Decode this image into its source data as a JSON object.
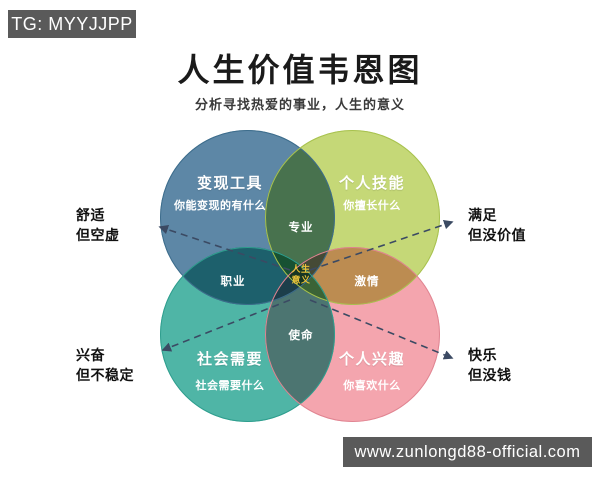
{
  "watermarks": {
    "top_left": "TG: MYYJJPP",
    "bottom_right": "www.zunlongd88-official.com"
  },
  "header": {
    "title": "人生价值韦恩图",
    "subtitle": "分析寻找热爱的事业，人生的意义"
  },
  "diagram": {
    "type": "venn-4-circle",
    "circles": [
      {
        "id": "top-left",
        "title": "变现工具",
        "question": "你能变现的有什么",
        "color": "#5d87a6"
      },
      {
        "id": "top-right",
        "title": "个人技能",
        "question": "你擅长什么",
        "color": "#c5d877"
      },
      {
        "id": "bottom-left",
        "title": "社会需要",
        "question": "社会需要什么",
        "color": "#4fb5a6"
      },
      {
        "id": "bottom-right",
        "title": "个人兴趣",
        "question": "你喜欢什么",
        "color": "#f4a5ae"
      }
    ],
    "intersections": {
      "top": "专业",
      "left": "职业",
      "right": "激情",
      "bottom": "使命",
      "center": "人生意义",
      "center_line1": "人生",
      "center_line2": "意义",
      "center_color": "#e8c23a"
    },
    "annotations": [
      {
        "id": "top-left",
        "line1": "舒适",
        "line2": "但空虚",
        "arrow": "left"
      },
      {
        "id": "top-right",
        "line1": "满足",
        "line2": "但没价值",
        "arrow": "right"
      },
      {
        "id": "bottom-left",
        "line1": "兴奋",
        "line2": "但不稳定",
        "arrow": "left"
      },
      {
        "id": "bottom-right",
        "line1": "快乐",
        "line2": "但没钱",
        "arrow": "right"
      }
    ]
  }
}
